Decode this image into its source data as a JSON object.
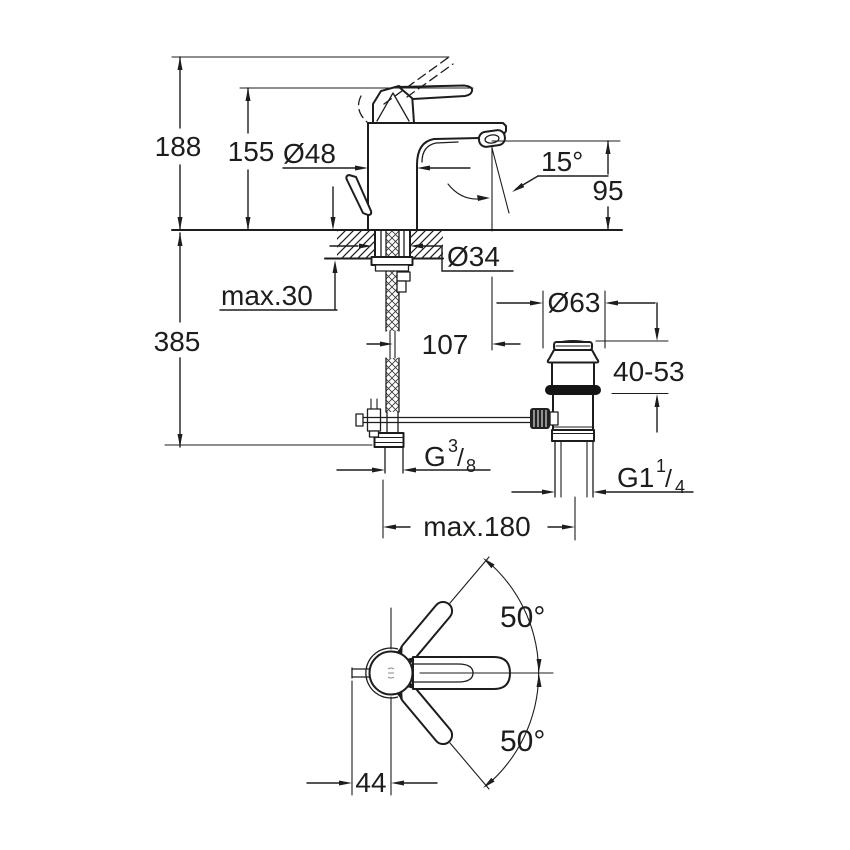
{
  "front_view": {
    "overall_height": "188",
    "height_to_lever": "155",
    "body_diameter": "Ø48",
    "spout_angle": "15°",
    "spout_outlet_height": "95",
    "shank_diameter": "Ø34",
    "max_counter_thickness": "max.30",
    "install_depth": "385",
    "spout_reach": "107",
    "waste_flange_diameter": "Ø63",
    "waste_adjust_range": "40-53",
    "supply_thread_base": "G",
    "supply_thread_numerator": "3",
    "supply_thread_slash": "/",
    "supply_thread_denominator": "8",
    "waste_thread_base": "G1",
    "waste_thread_numerator": "1",
    "waste_thread_slash": "/",
    "waste_thread_denominator": "4",
    "max_distance_to_waste": "max.180"
  },
  "top_view": {
    "swing_angle_upper": "50°",
    "swing_angle_lower": "50°",
    "lever_offset": "44"
  },
  "colors": {
    "line": "#1d1d1b",
    "background": "#ffffff",
    "seal": "#151515"
  }
}
